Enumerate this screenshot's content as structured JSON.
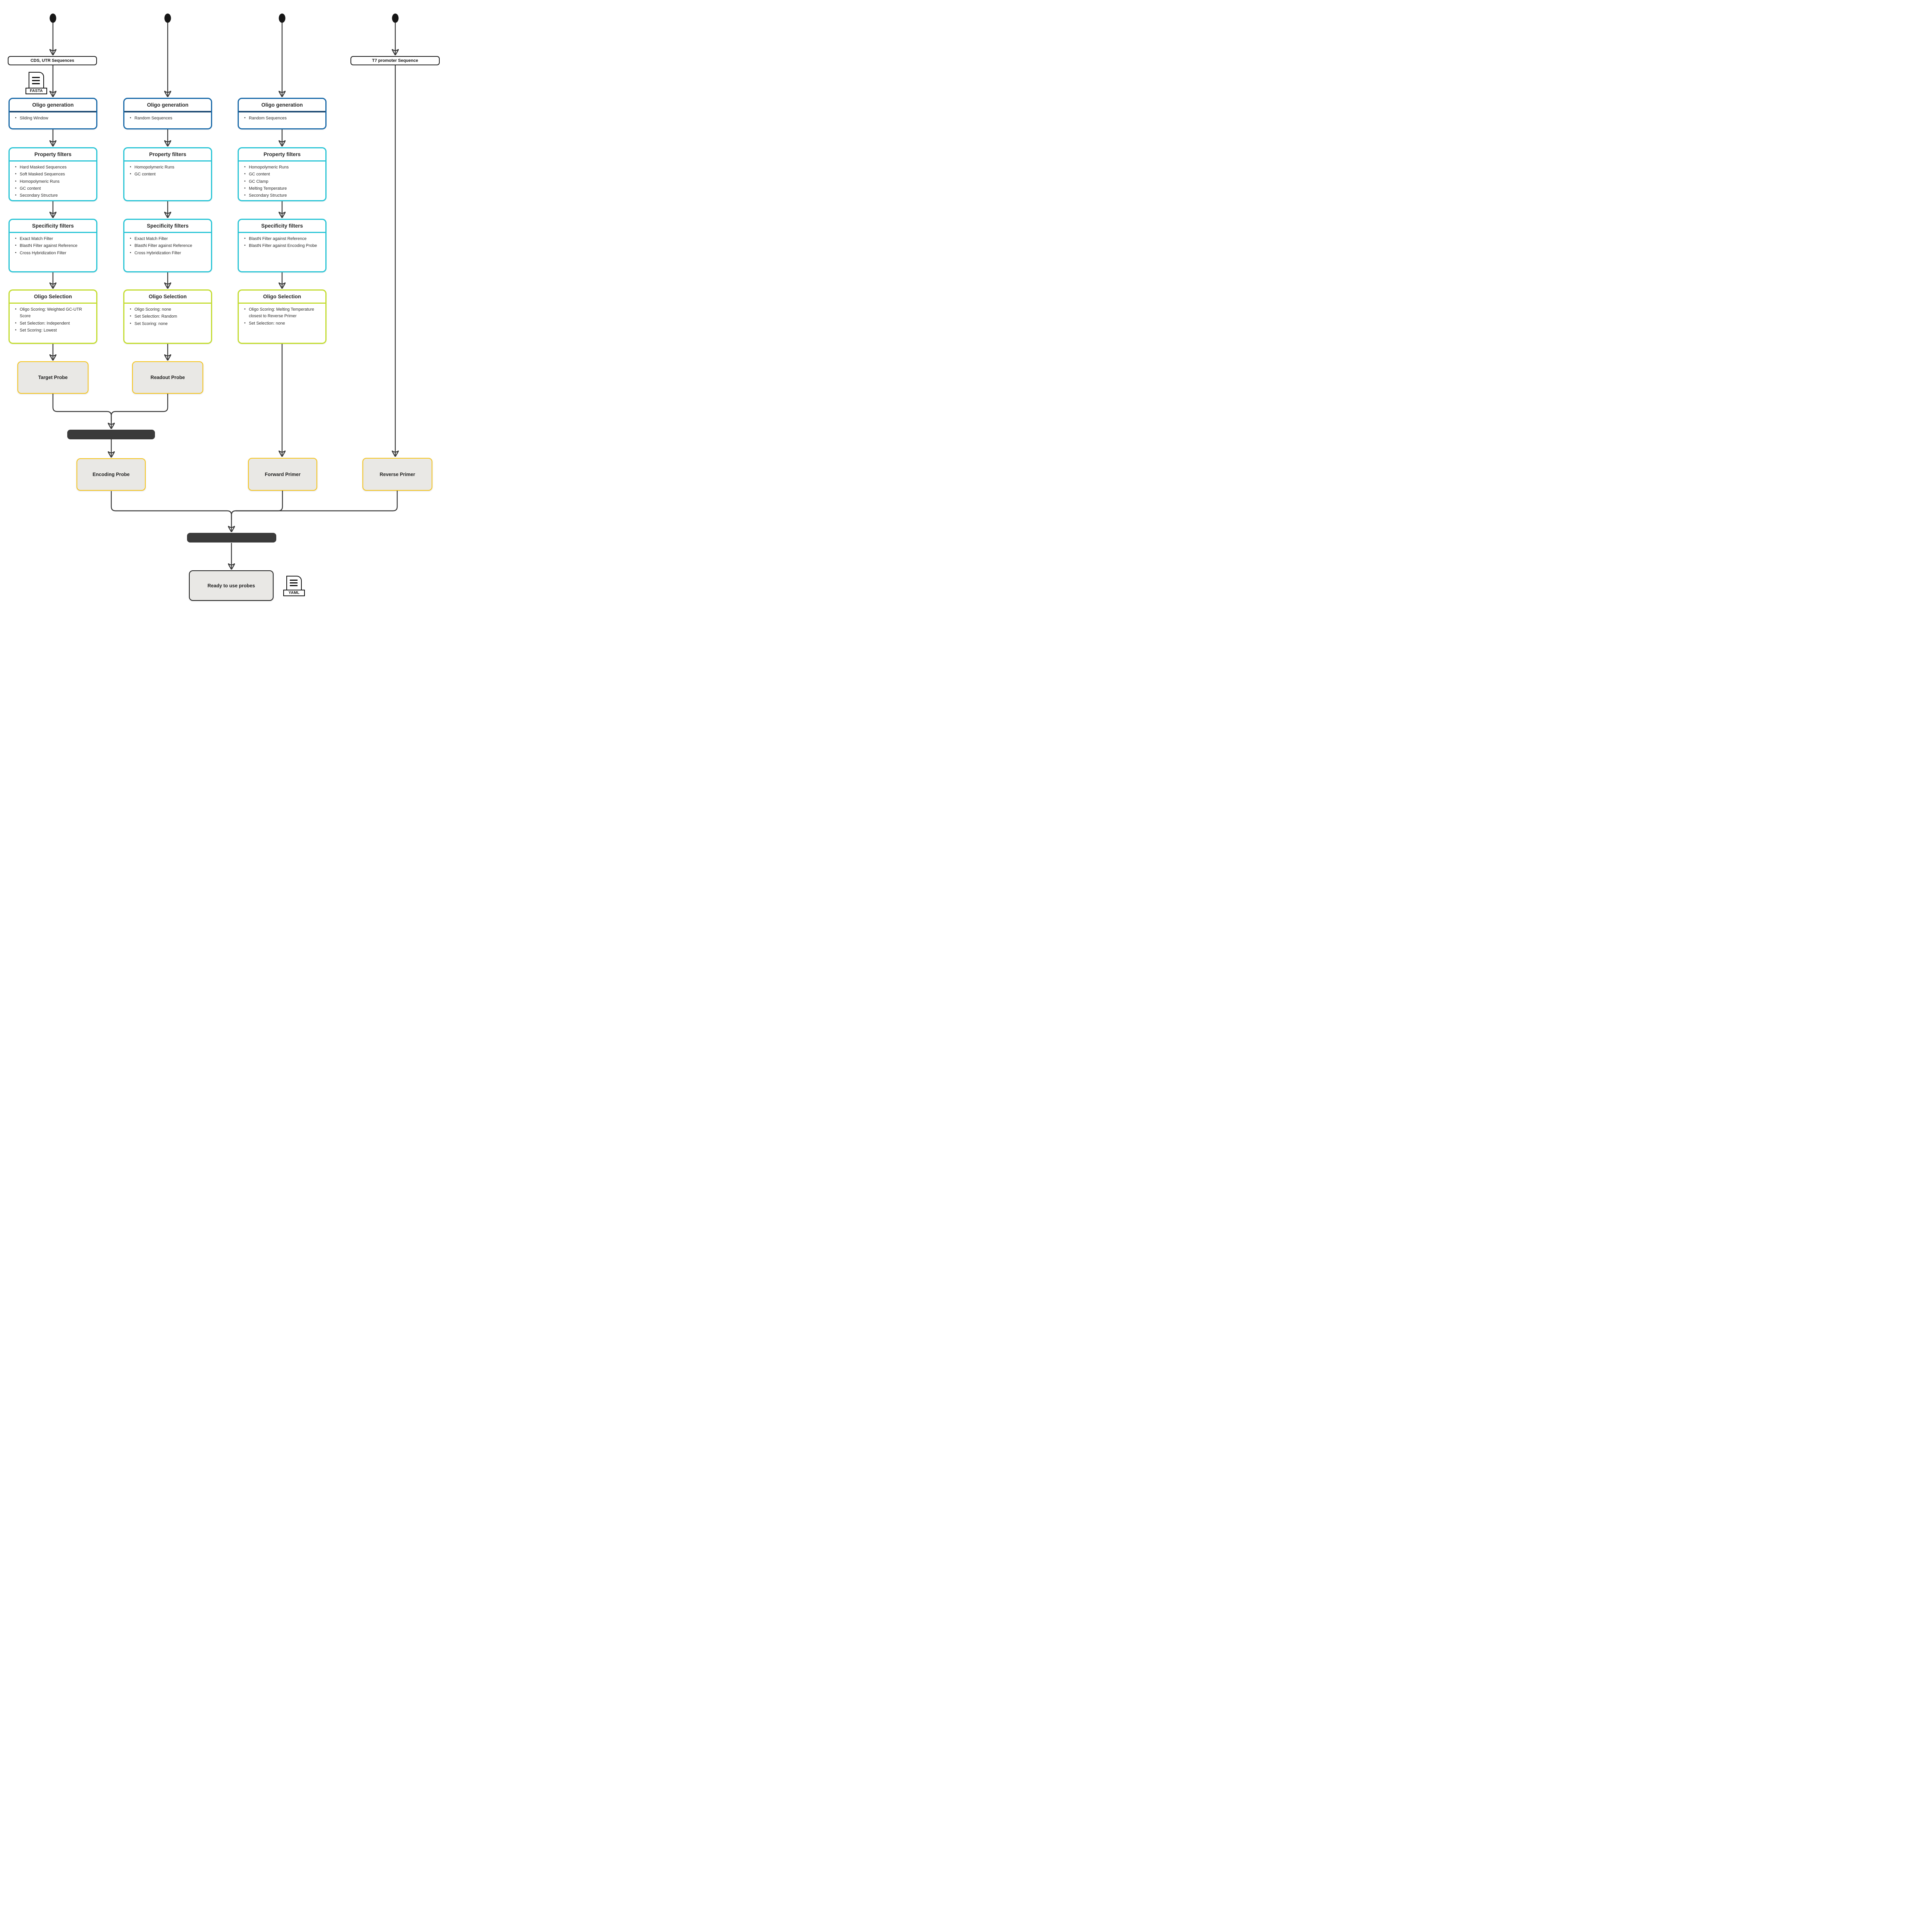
{
  "palette": {
    "ink": "#2b2b2b",
    "edge": "#3a3a3a",
    "blue": "#1a6aa9",
    "blueDivider": "#1d4a73",
    "cyan": "#29c5d6",
    "green": "#c4dd32",
    "yellow": "#f6c51b",
    "probeFill": "#e9e8e5",
    "barFill": "#3b3b3b",
    "labelBorder": "#1c1c1c"
  },
  "inputs": [
    {
      "label": "CDS, UTR Sequences",
      "format": "FASTA"
    },
    {
      "label": "T7 promoter Sequence"
    }
  ],
  "columns": [
    {
      "generation": {
        "title": "Oligo generation",
        "items": [
          "Sliding Window"
        ]
      },
      "properties": {
        "title": "Property filters",
        "items": [
          "Hard Masked Sequences",
          "Soft Masked Sequences",
          "Homopolymeric Runs",
          "GC content",
          "Secondary Structure"
        ]
      },
      "specificity": {
        "title": "Specificity filters",
        "items": [
          "Exact Match Filter",
          "BlastN Filter against Reference",
          "Cross Hybridization Filter"
        ]
      },
      "selection": {
        "title": "Oligo Selection",
        "items": [
          "Oligo Scoring: Weighted GC-UTR Score",
          "Set Selection: Independent",
          "Set Scoring: Lowest"
        ]
      },
      "output": "Target Probe"
    },
    {
      "generation": {
        "title": "Oligo generation",
        "items": [
          "Random Sequences"
        ]
      },
      "properties": {
        "title": "Property filters",
        "items": [
          "Homopolymeric Runs",
          "GC content"
        ]
      },
      "specificity": {
        "title": "Specificity filters",
        "items": [
          "Exact Match Filter",
          "BlastN Filter against Reference",
          "Cross Hybridization Filter"
        ]
      },
      "selection": {
        "title": "Oligo Selection",
        "items": [
          "Oligo Scoring: none",
          "Set Selection: Random",
          "Set Scoring: none"
        ]
      },
      "output": "Readout Probe"
    },
    {
      "generation": {
        "title": "Oligo generation",
        "items": [
          "Random Sequences"
        ]
      },
      "properties": {
        "title": "Property filters",
        "items": [
          "Homopolymeric Runs",
          "GC content",
          "GC Clamp",
          "Melting Temperature",
          "Secondary Structure"
        ]
      },
      "specificity": {
        "title": "Specificity filters",
        "items": [
          "BlastN Filter against Reference",
          "BlastN Filter against Encoding Probe"
        ]
      },
      "selection": {
        "title": "Oligo Selection",
        "items": [
          "Oligo Scoring: Melting Temperature closest to Reverse Primer",
          "Set Selection: none"
        ]
      }
    }
  ],
  "outputs": {
    "encoding_probe": "Encoding Probe",
    "forward_primer": "Forward Primer",
    "reverse_primer": "Reverse Primer",
    "ready": "Ready to use probes",
    "ready_format": "YAML"
  }
}
